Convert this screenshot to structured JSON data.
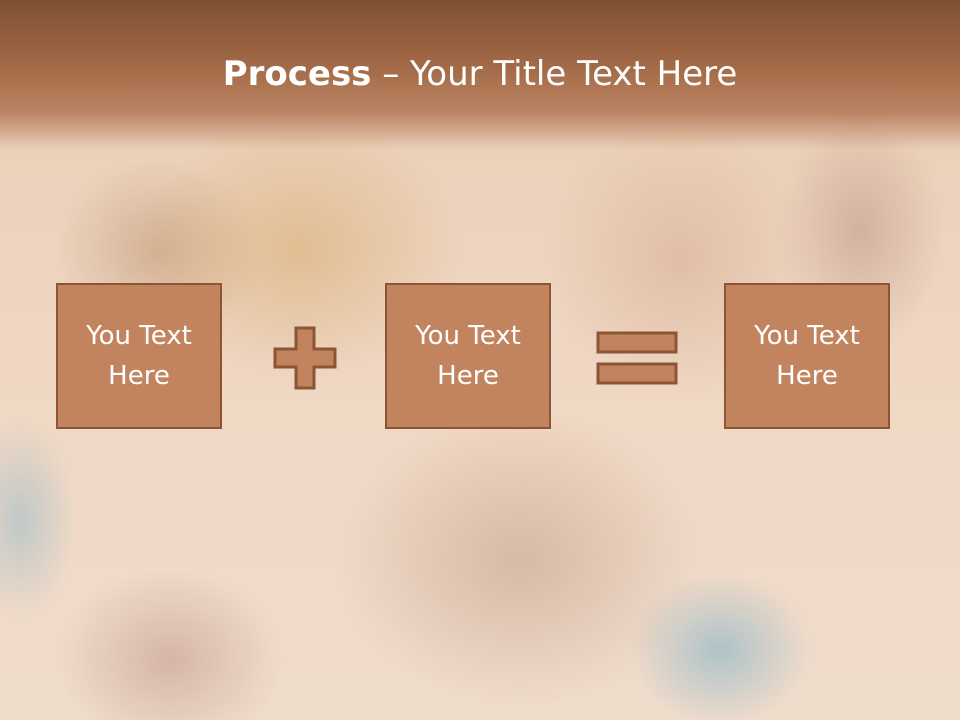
{
  "slide": {
    "title_strong": "Process",
    "title_rest": " – Your Title Text Here",
    "boxes": [
      {
        "line1": "You Text",
        "line2": "Here"
      },
      {
        "line1": "You Text",
        "line2": "Here"
      },
      {
        "line1": "You Text",
        "line2": "Here"
      }
    ],
    "operators": [
      "plus-icon",
      "equals-icon"
    ],
    "colors": {
      "header": "#a36a47",
      "box_fill": "#c1845f",
      "box_border": "#8b5536",
      "text": "#ffffff"
    }
  }
}
